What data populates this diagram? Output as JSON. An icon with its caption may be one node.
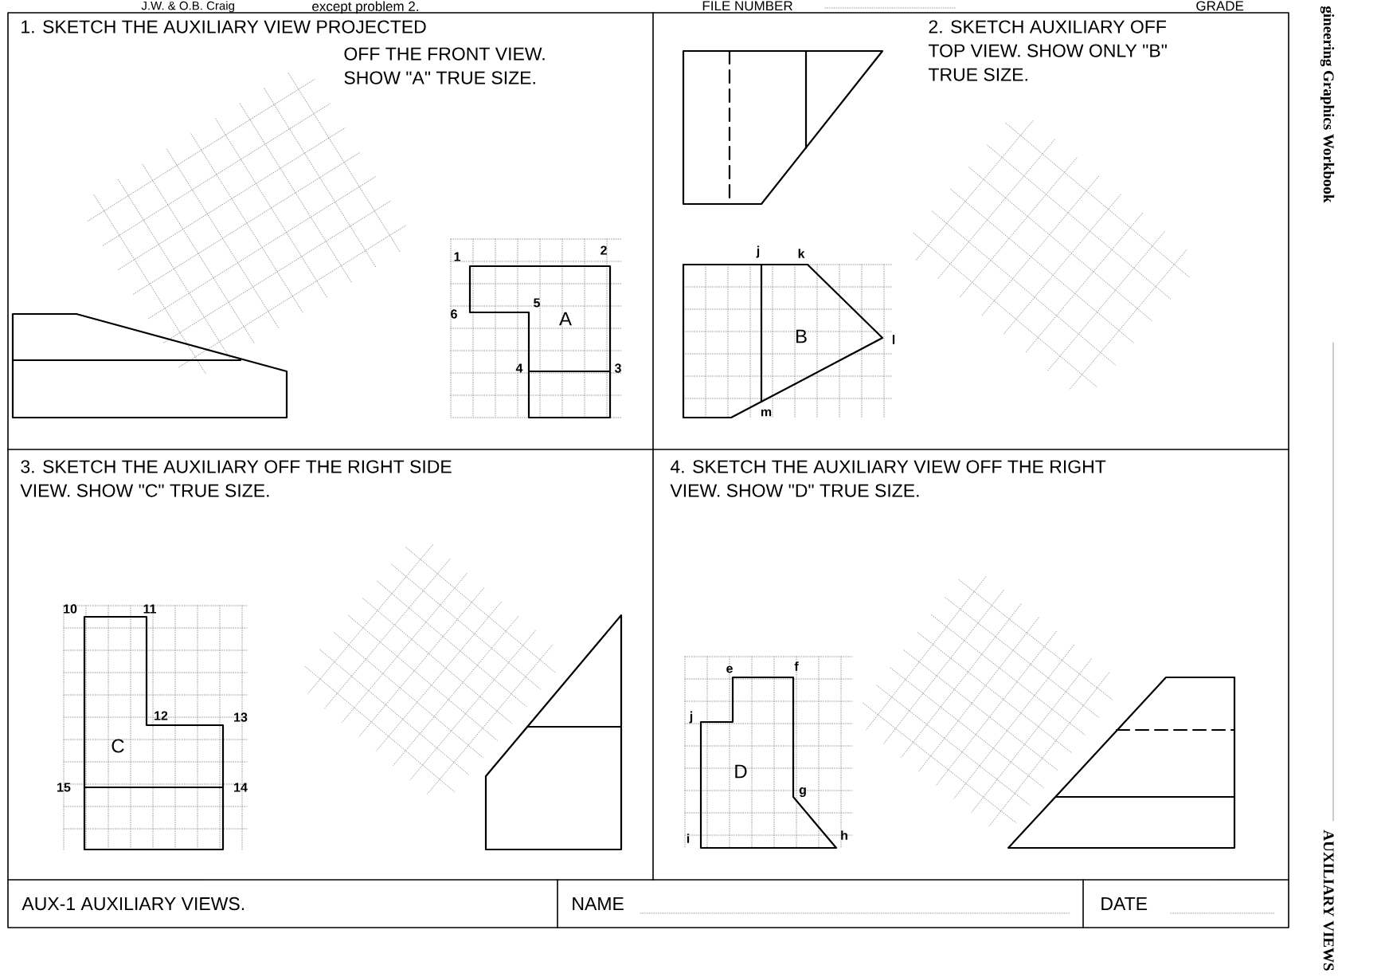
{
  "diagram": {
    "labels": [
      "J.W. & O.B. Craig",
      "except problem 2.",
      "FILE NUMBER",
      "GRADE",
      "1. SKETCH THE AUXILIARY VIEW PROJECTED",
      "OFF THE FRONT VIEW.",
      "SHOW \"A\" TRUE SIZE.",
      "2. SKETCH AUXILIARY OFF",
      "TOP VIEW. SHOW ONLY  \"B\"",
      "TRUE SIZE.",
      "1",
      "2",
      "6",
      "5",
      "A",
      "4",
      "3",
      "j",
      "k",
      "B",
      "l",
      "m",
      "3. SKETCH THE AUXILIARY OFF THE RIGHT SIDE",
      "VIEW.   SHOW \"C\" TRUE SIZE.",
      "4. SKETCH THE AUXILIARY VIEW OFF THE RIGHT",
      "VIEW. SHOW \"D\" TRUE SIZE.",
      "10",
      "11",
      "12",
      "13",
      "C",
      "15",
      "14",
      "e",
      "f",
      "j",
      "D",
      "g",
      "i",
      "h",
      "AUX-1 AUXILIARY VIEWS.",
      "NAME",
      "DATE",
      "gineering Graphics Workbook",
      "AUXILIARY VIEWS"
    ]
  }
}
